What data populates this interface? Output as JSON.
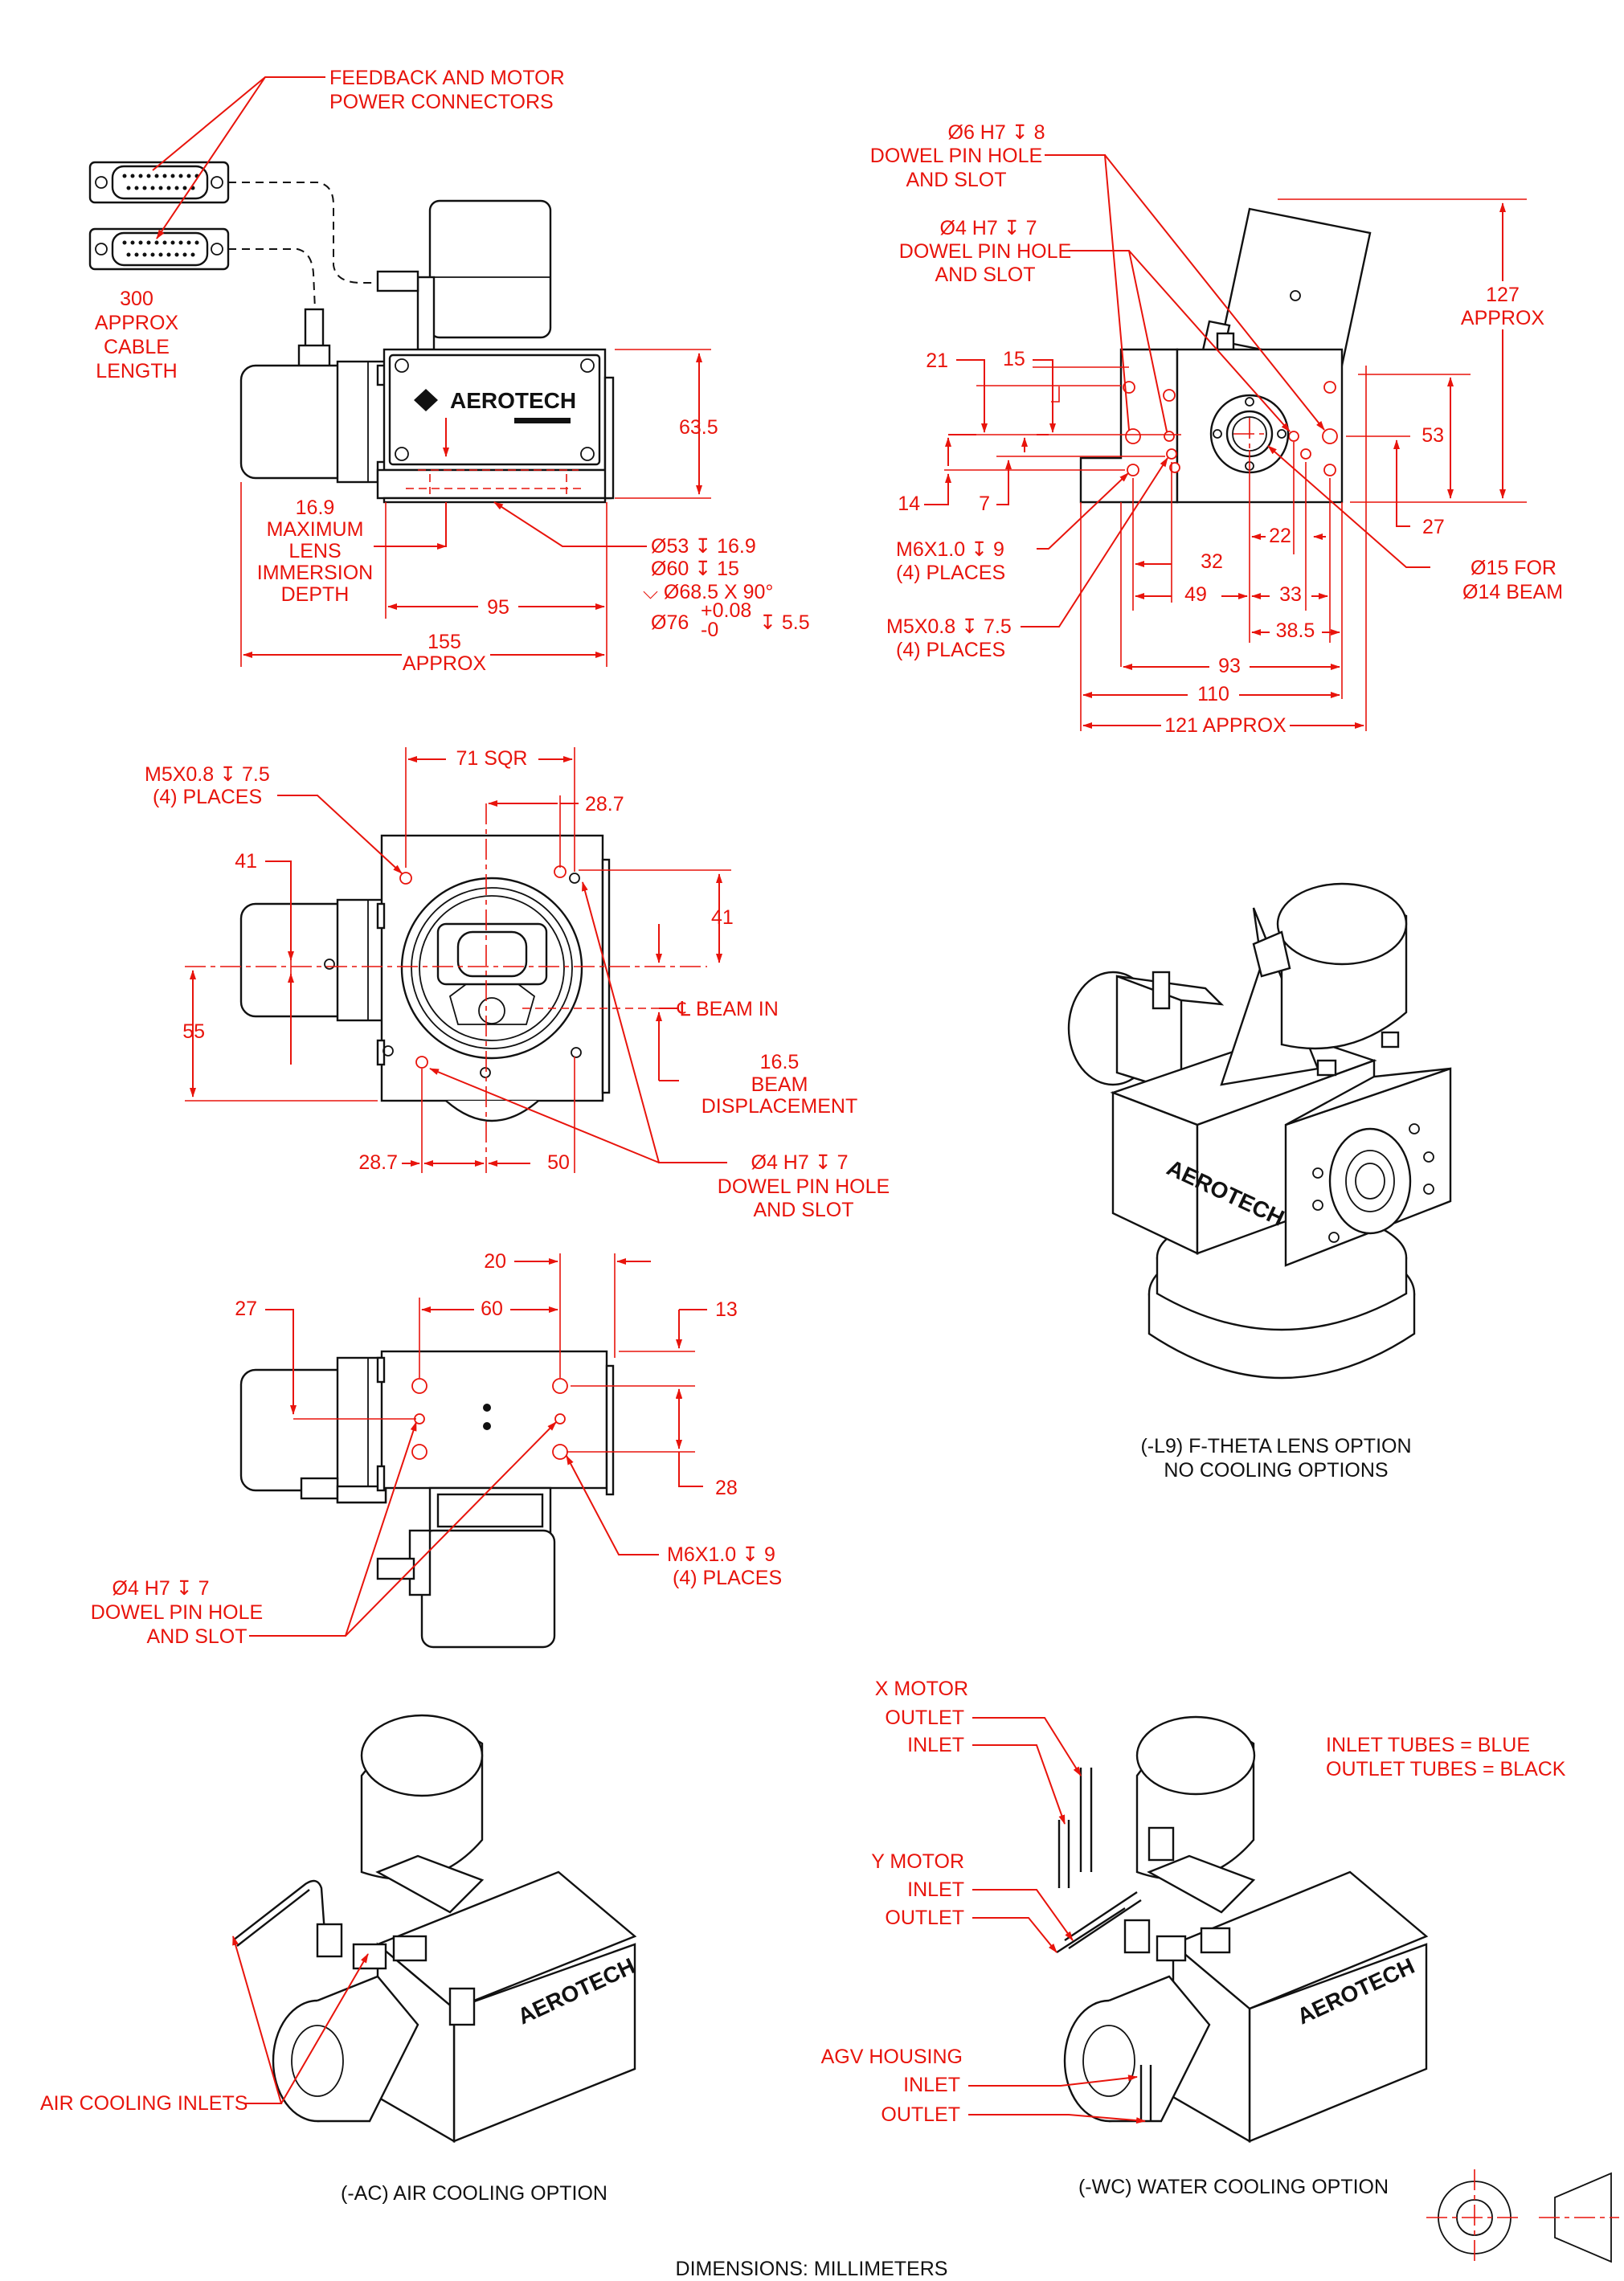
{
  "colors": {
    "dimension": "#e8140c",
    "outline": "#111111",
    "background": "#ffffff"
  },
  "brand": {
    "logo_text": "AEROTECH"
  },
  "views": {
    "side": {
      "connectors_label": [
        "FEEDBACK AND MOTOR",
        "POWER CONNECTORS"
      ],
      "cable_label": [
        "300",
        "APPROX",
        "CABLE",
        "LENGTH"
      ],
      "height": "63.5",
      "immersion_label": [
        "16.9",
        "MAXIMUM",
        "LENS",
        "IMMERSION",
        "DEPTH"
      ],
      "bore_callout": [
        "Ø53 ↧ 16.9",
        "Ø60 ↧ 15",
        "⌵ Ø68.5 X 90°",
        "Ø76",
        "+0.08",
        "-0",
        "↧ 5.5"
      ],
      "width_95": "95",
      "width_155": [
        "155",
        "APPROX"
      ]
    },
    "front": {
      "dowel6_label": [
        "Ø6 H7 ↧ 8",
        "DOWEL PIN HOLE",
        "AND SLOT"
      ],
      "dowel4_label": [
        "Ø4 H7 ↧ 7",
        "DOWEL PIN HOLE",
        "AND SLOT"
      ],
      "height_127": [
        "127",
        "APPROX"
      ],
      "dims": {
        "d21": "21",
        "d15": "15",
        "d53": "53",
        "d14": "14",
        "d7": "7",
        "d27": "27",
        "d22": "22",
        "d32": "32",
        "d49": "49",
        "d33": "33",
        "d38_5": "38.5",
        "d93": "93",
        "d110": "110",
        "d121": "121 APPROX"
      },
      "m6_label": [
        "M6X1.0 ↧ 9",
        "(4) PLACES"
      ],
      "m5_label": [
        "M5X0.8 ↧ 7.5",
        "(4) PLACES"
      ],
      "beam_label": [
        "Ø15 FOR",
        "Ø14 BEAM"
      ]
    },
    "bottom": {
      "m5_label": [
        "M5X0.8 ↧ 7.5",
        "(4) PLACES"
      ],
      "sqr": "71 SQR",
      "d28_7_top": "28.7",
      "d41_left": "41",
      "d41_right": "41",
      "d55": "55",
      "beam_in": "℄ BEAM IN",
      "displacement": [
        "16.5",
        "BEAM",
        "DISPLACEMENT"
      ],
      "d28_7_bottom": "28.7",
      "d50": "50",
      "dowel_label": [
        "Ø4 H7 ↧ 7",
        "DOWEL PIN HOLE",
        "AND SLOT"
      ]
    },
    "top": {
      "d20": "20",
      "d27": "27",
      "d60": "60",
      "d13": "13",
      "d28": "28",
      "m6_label": [
        "M6X1.0 ↧ 9",
        "(4) PLACES"
      ],
      "dowel_label": [
        "Ø4 H7 ↧ 7",
        "DOWEL PIN HOLE",
        "AND SLOT"
      ]
    },
    "l9": {
      "caption": [
        "(-L9) F-THETA LENS OPTION",
        "NO COOLING OPTIONS"
      ]
    },
    "ac": {
      "inlets": "AIR COOLING INLETS",
      "caption": "(-AC) AIR COOLING OPTION"
    },
    "wc": {
      "x_motor": [
        "X MOTOR",
        "OUTLET",
        "INLET"
      ],
      "y_motor": [
        "Y MOTOR",
        "INLET",
        "OUTLET"
      ],
      "agv": [
        "AGV HOUSING",
        "INLET",
        "OUTLET"
      ],
      "tubes": [
        "INLET TUBES = BLUE",
        "OUTLET TUBES = BLACK"
      ],
      "caption": "(-WC) WATER COOLING OPTION"
    }
  },
  "footer": {
    "units": "DIMENSIONS:  MILLIMETERS"
  }
}
